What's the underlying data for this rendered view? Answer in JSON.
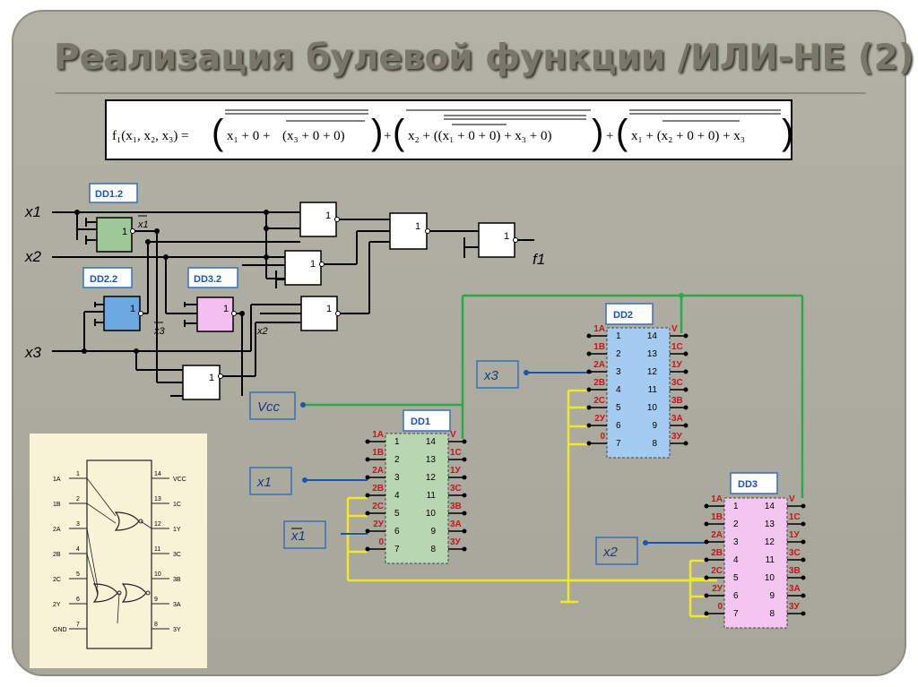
{
  "title": "Реализация булевой функции /ИЛИ-НЕ (2)",
  "formula": {
    "lhs": "f₁(x₁, x₂, x₃) =",
    "t1_a": "x₁ + 0 + ",
    "t1_b": "x₃ + 0 + 0)",
    "t2_a": "x₂ + ((x₁ + 0 + 0) + x₃ + 0)",
    "t3_a": "x₁ + (x₂ + 0 + 0) + x₃",
    "plus": "+"
  },
  "logic": {
    "inputs": [
      "x1",
      "x2",
      "x3"
    ],
    "output": "f1",
    "gate_symbol": "1",
    "chips": [
      "DD1.2",
      "DD2.2",
      "DD3.2"
    ],
    "inverted_labels": [
      "x1",
      "x3",
      "x2"
    ]
  },
  "wiring": {
    "vcc": "Vcc",
    "labels": {
      "x3": "x3",
      "x1": "x1",
      "x1_bar": "x1",
      "x2": "x2"
    },
    "chips": [
      {
        "name": "DD1",
        "color": "#b9d6b2"
      },
      {
        "name": "DD2",
        "color": "#a4cbf0"
      },
      {
        "name": "DD3",
        "color": "#f3c6ef"
      }
    ],
    "left_pins": [
      "1",
      "2",
      "3",
      "4",
      "5",
      "6",
      "7"
    ],
    "right_pins": [
      "14",
      "13",
      "12",
      "11",
      "10",
      "9",
      "8"
    ],
    "left_labels": [
      "1A",
      "1B",
      "2A",
      "2B",
      "2C",
      "2У",
      "0"
    ],
    "right_labels": [
      "V",
      "1C",
      "1У",
      "3C",
      "3B",
      "3A",
      "3У"
    ],
    "colors": {
      "vcc_wire": "#2aa84a",
      "gnd_wire": "#f0e62a"
    }
  },
  "ic_pinout": {
    "left": [
      "1A",
      "1B",
      "2A",
      "2B",
      "2C",
      "2Y",
      "GND"
    ],
    "right": [
      "VCC",
      "1C",
      "1Y",
      "3C",
      "3B",
      "3A",
      "3Y"
    ],
    "left_nums": [
      "1",
      "2",
      "3",
      "4",
      "5",
      "6",
      "7"
    ],
    "right_nums": [
      "14",
      "13",
      "12",
      "11",
      "10",
      "9",
      "8"
    ]
  }
}
